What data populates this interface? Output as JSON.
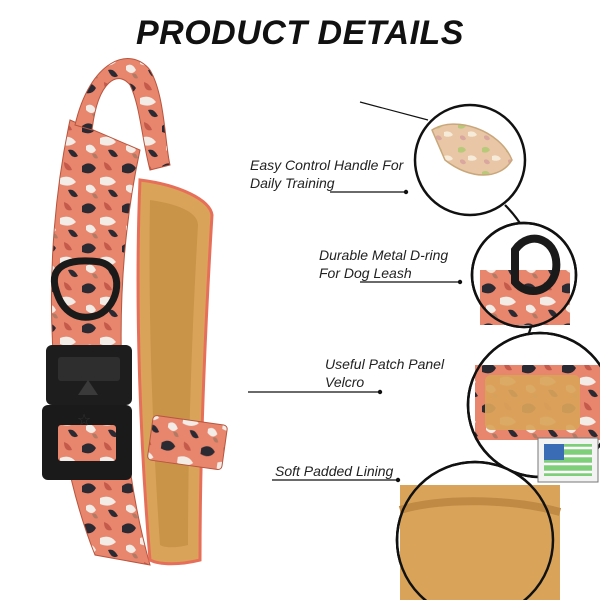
{
  "title": "PRODUCT DETAILS",
  "features": [
    {
      "line1": "Easy Control Handle For",
      "line2": "Daily Training"
    },
    {
      "line1": "Durable Metal D-ring",
      "line2": "For Dog Leash"
    },
    {
      "line1": "Useful Patch Panel",
      "line2": "Velcro"
    },
    {
      "line1": "Soft Padded Lining",
      "line2": ""
    }
  ],
  "colors": {
    "title_text": "#111111",
    "camo_pink": "#e8856d",
    "camo_dark": "#2b2a33",
    "padding_tan": "#d9a45a",
    "connector_line": "#111111"
  }
}
